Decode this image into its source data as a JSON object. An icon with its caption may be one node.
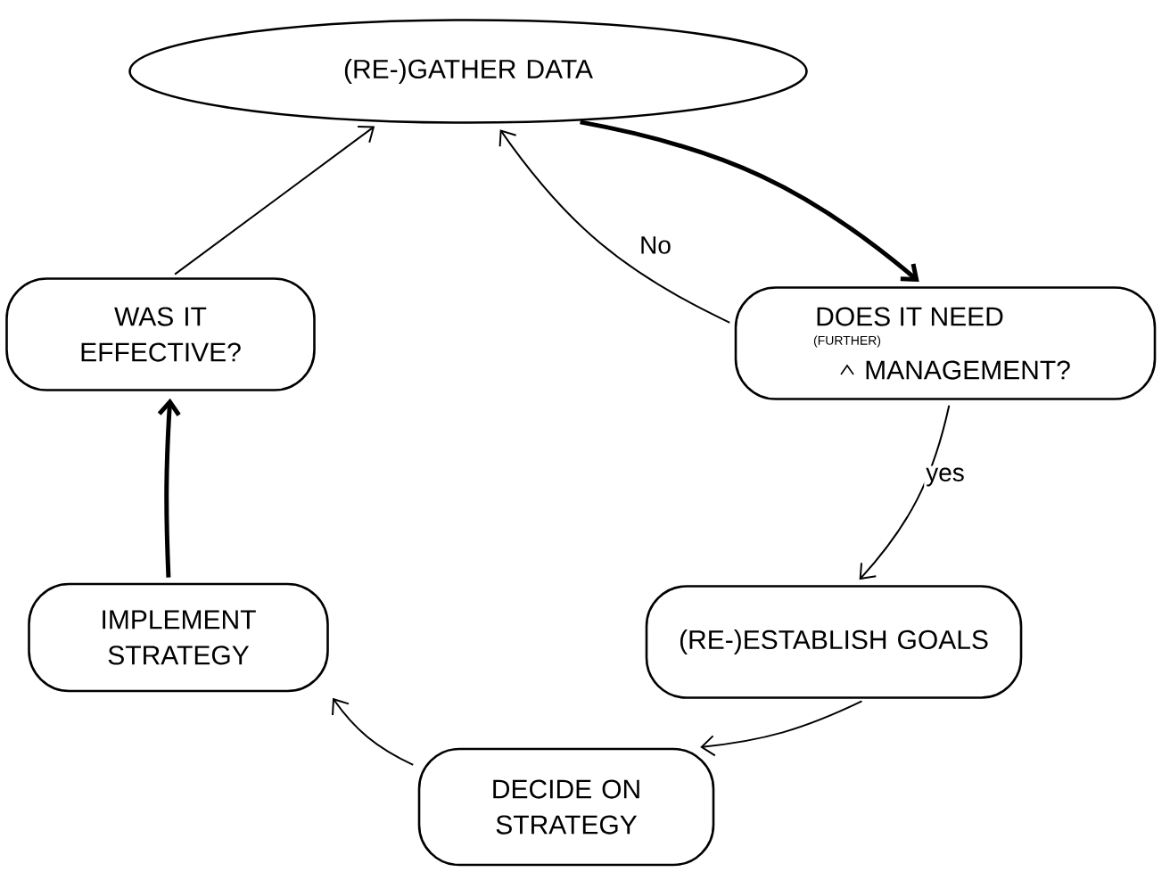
{
  "diagram": {
    "nodes": [
      {
        "text": [
          "(RE-)GATHER DATA"
        ]
      },
      {
        "text": [
          "WAS IT EFFECTIVE?"
        ]
      },
      {
        "text": [
          "DOES IT NEED",
          "(FURTHER)",
          "MANAGEMENT?"
        ]
      },
      {
        "text": [
          "IMPLEMENT STRATEGY"
        ]
      },
      {
        "text": [
          "(RE-)ESTABLISH GOALS"
        ]
      },
      {
        "text": [
          "DECIDE ON STRATEGY"
        ]
      }
    ],
    "edges": [
      {
        "from": 0,
        "to": 2,
        "arrow": "to",
        "style": "thick"
      },
      {
        "from": 2,
        "to": 0,
        "arrow": "to",
        "label": "No"
      },
      {
        "from": 2,
        "to": 4,
        "arrow": "to",
        "label": "yes"
      },
      {
        "from": 4,
        "to": 5,
        "arrow": "to"
      },
      {
        "from": 5,
        "to": 3,
        "arrow": "to"
      },
      {
        "from": 3,
        "to": 1,
        "arrow": "to",
        "style": "thick"
      },
      {
        "from": 1,
        "to": 0,
        "arrow": "to"
      }
    ]
  }
}
